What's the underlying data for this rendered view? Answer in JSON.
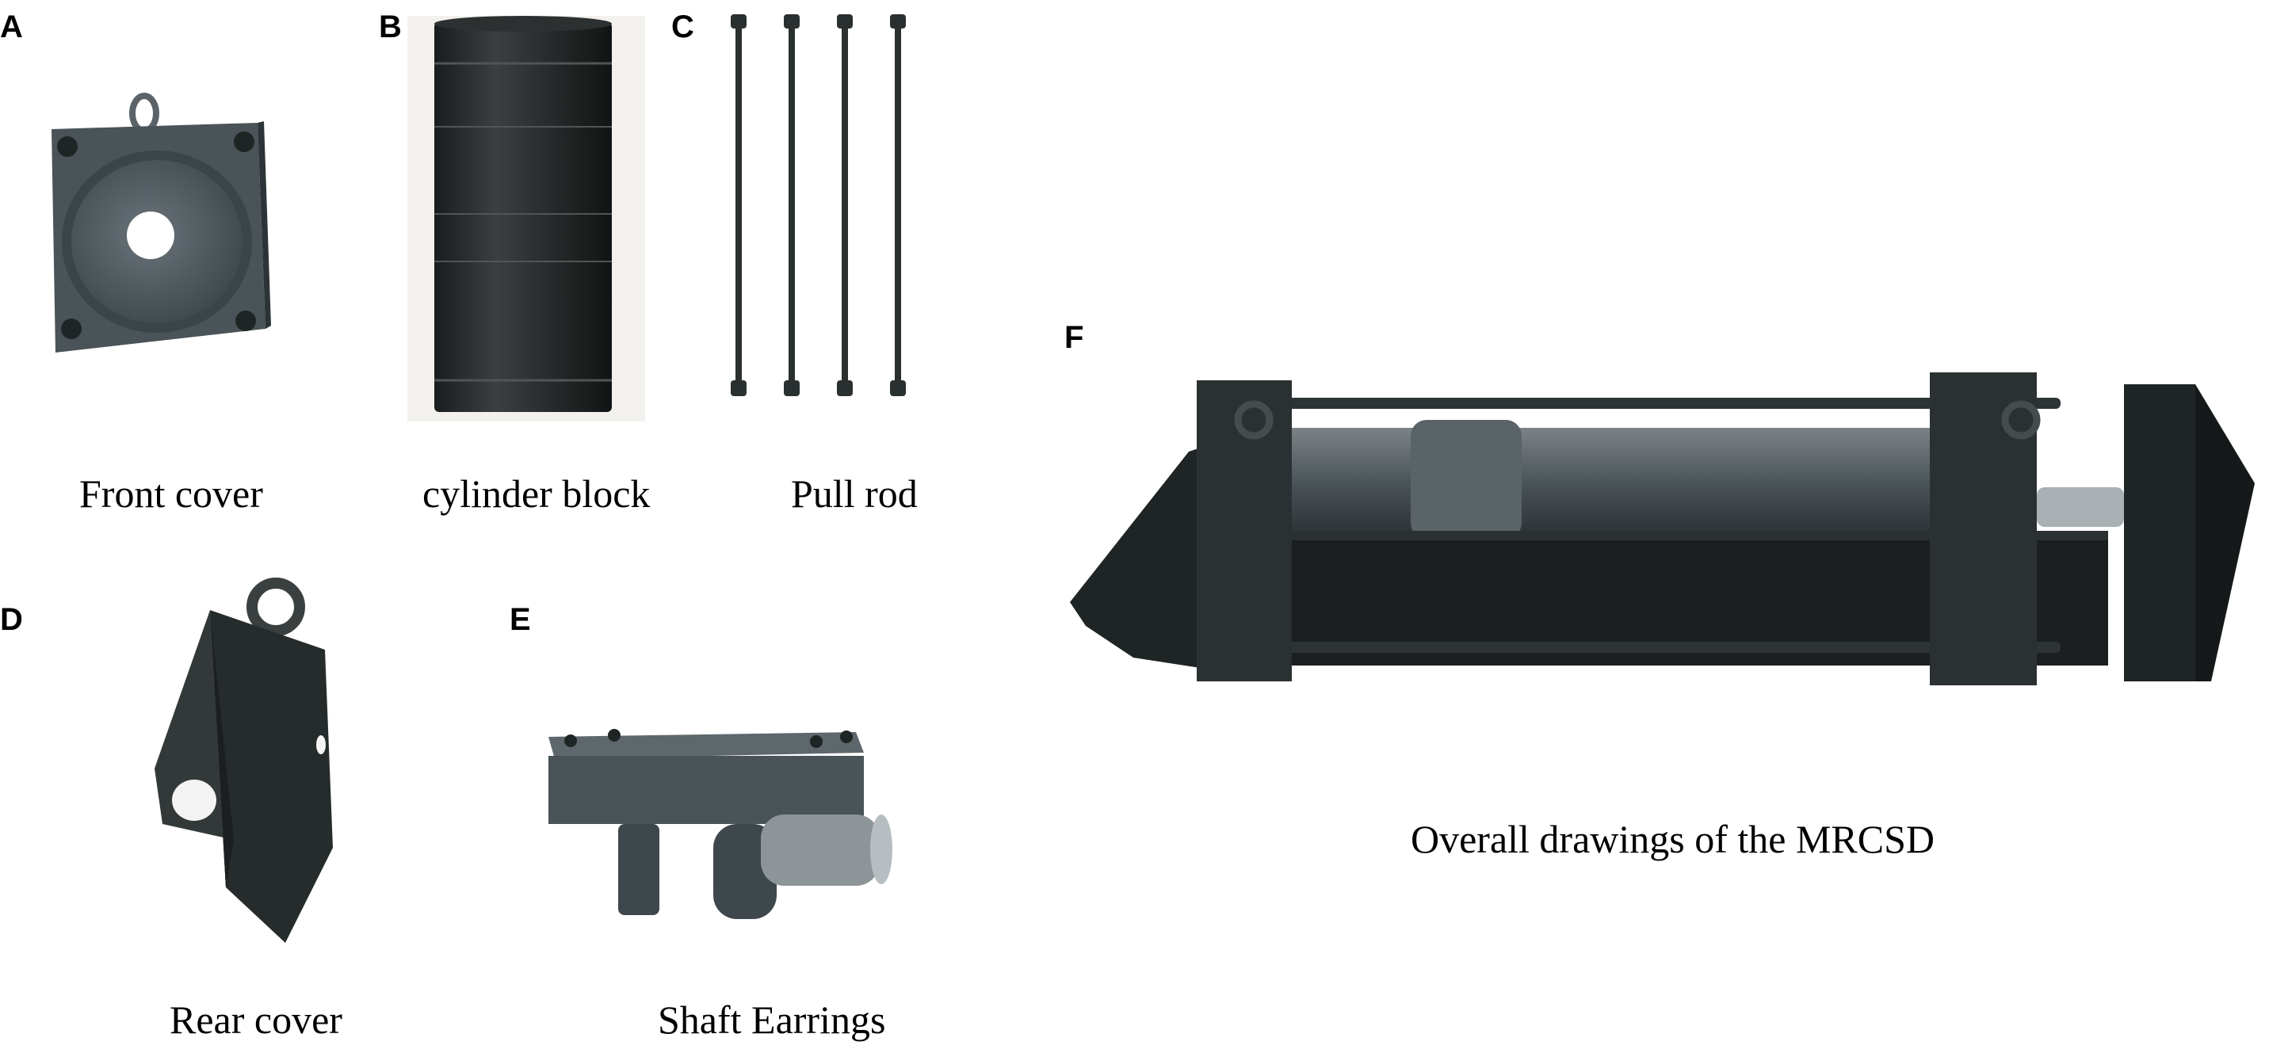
{
  "panels": {
    "a": {
      "letter": "A",
      "caption": "Front cover"
    },
    "b": {
      "letter": "B",
      "caption": "cylinder block"
    },
    "c": {
      "letter": "C",
      "caption": "Pull rod"
    },
    "d": {
      "letter": "D",
      "caption": "Rear cover"
    },
    "e": {
      "letter": "E",
      "caption": "Shaft Earrings"
    },
    "f": {
      "letter": "F",
      "caption": "Overall drawings of the MRCSD"
    }
  },
  "colors": {
    "background": "#ffffff",
    "text": "#000000",
    "steel_dark": "#1f2424",
    "steel_mid": "#4a5358",
    "steel_light": "#8d9599"
  }
}
